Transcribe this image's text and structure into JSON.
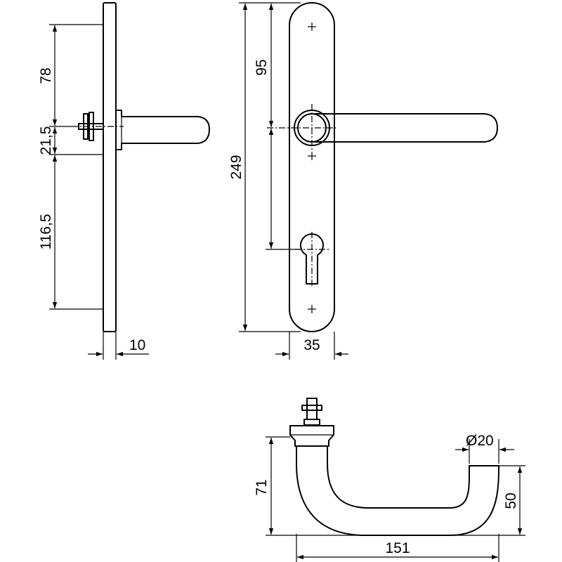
{
  "diagram": {
    "colors": {
      "line": "#000000",
      "background": "#ffffff"
    },
    "dimensions": {
      "side_top_offset": "78",
      "side_spindle_span": "21,5",
      "side_lower_offset": "116,5",
      "side_plate_thickness": "10",
      "front_spindle_to_top": "95",
      "front_total_height": "249",
      "front_plate_width": "35",
      "lever_diameter": "Ø20",
      "lever_projection": "71",
      "lever_grip_height": "50",
      "lever_length": "151"
    }
  }
}
